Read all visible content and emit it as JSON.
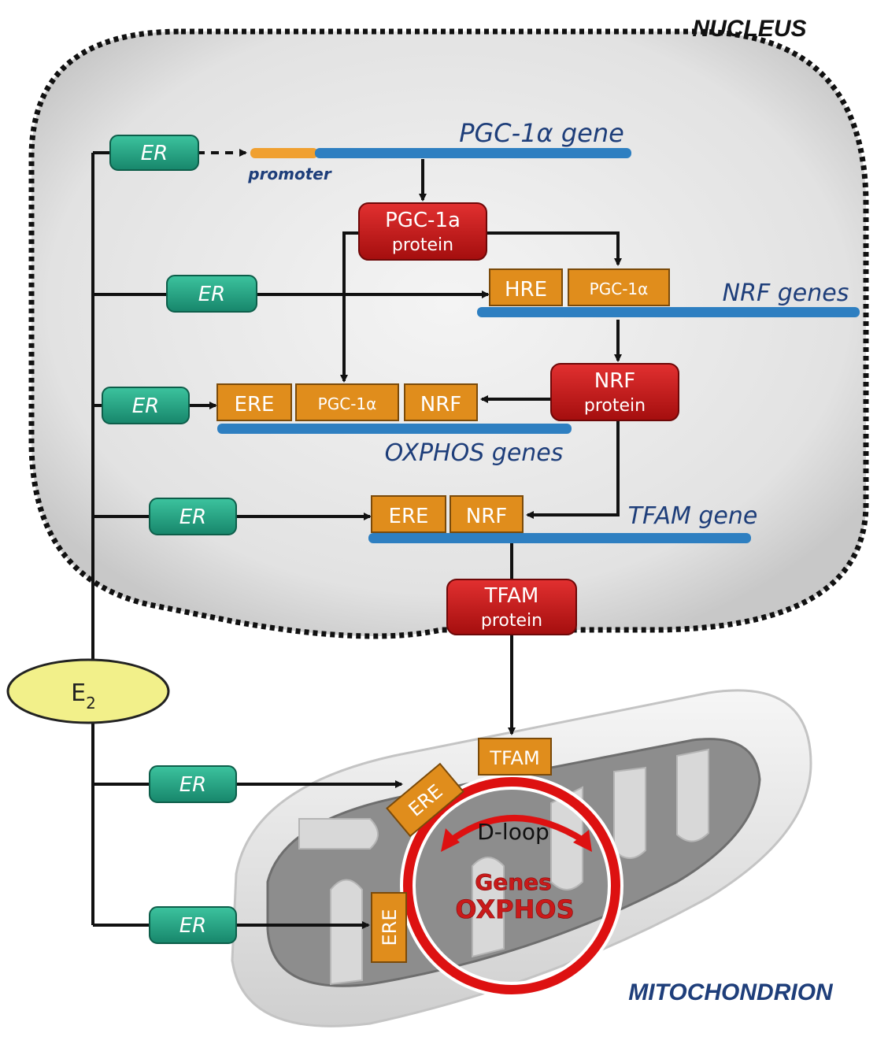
{
  "compartments": {
    "nucleus": "NUCLEUS",
    "mitochondrion": "MITOCHONDRION"
  },
  "genes": {
    "pgc1a": "PGC-1α gene",
    "promoter": "promoter",
    "nrf": "NRF genes",
    "oxphos": "OXPHOS genes",
    "tfam": "TFAM gene"
  },
  "proteins": {
    "pgc1a": {
      "line1": "PGC-1a",
      "line2": "protein"
    },
    "nrf": {
      "line1": "NRF",
      "line2": "protein"
    },
    "tfam": {
      "line1": "TFAM",
      "line2": "protein"
    }
  },
  "elements": {
    "hre": "HRE",
    "pgc1a": "PGC-1α",
    "ere": "ERE",
    "nrf": "NRF",
    "tfam": "TFAM"
  },
  "receptor": "ER",
  "hormone": {
    "base": "E",
    "sub": "2"
  },
  "mito": {
    "dloop": "D-loop",
    "genes_line1": "Genes",
    "genes_line2": "OXPHOS"
  },
  "colors": {
    "er_green": "#27a98a",
    "protein_red": "#cc1818",
    "element_orange": "#e08d1c",
    "gene_blue": "#2e7fc1",
    "promoter_orange": "#f0a030",
    "hormone_yellow": "#f2f08a",
    "nucleus_fill": "#e4e4e4",
    "label_blue": "#1e3e7a"
  }
}
